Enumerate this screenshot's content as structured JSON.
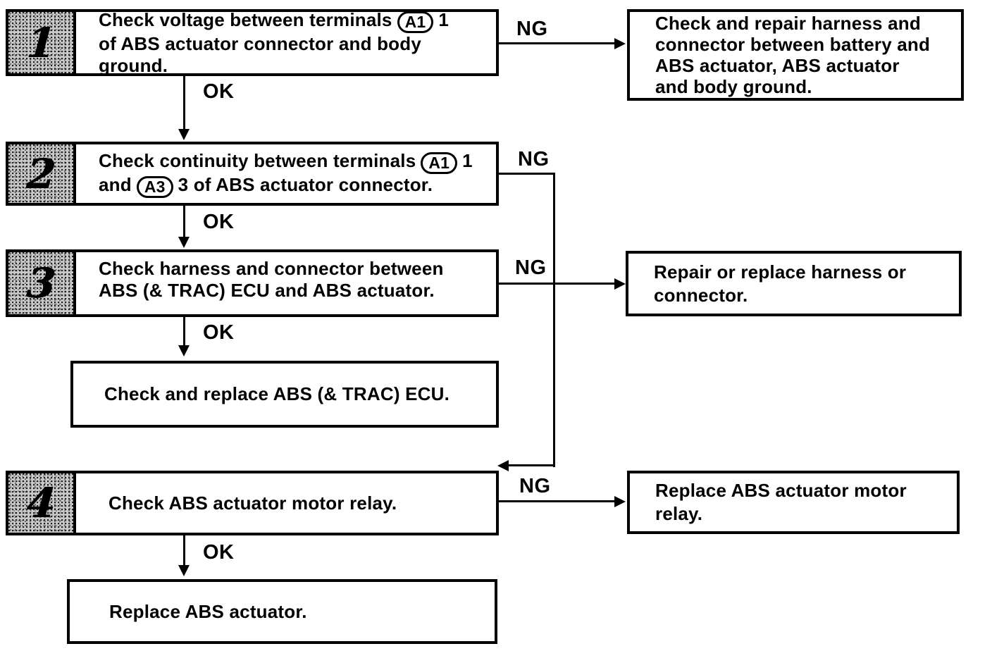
{
  "labels": {
    "ok": "OK",
    "ng": "NG"
  },
  "steps": [
    {
      "number": "1",
      "l1a": "Check voltage between terminals",
      "l1oval": "A1",
      "l1b": "1",
      "l2": "of ABS actuator connector and body",
      "l3": "ground."
    },
    {
      "number": "2",
      "l1a": "Check continuity between terminals",
      "l1oval": "A1",
      "l1b": "1",
      "l2a": "and",
      "l2oval": "A3",
      "l2b": "3 of ABS actuator connector."
    },
    {
      "number": "3",
      "l1": "Check harness and connector between",
      "l2": "ABS (& TRAC) ECU and ABS actuator."
    },
    {
      "number": "4",
      "l1": "Check ABS actuator motor relay."
    }
  ],
  "outcomes": {
    "battery_harness": {
      "l1": "Check and repair harness and",
      "l2": "connector between battery and",
      "l3": "ABS actuator, ABS actuator",
      "l4": "and body ground."
    },
    "repair_harness": {
      "l1": "Repair or replace harness or",
      "l2": "connector."
    },
    "replace_relay": {
      "l1": "Replace ABS actuator motor",
      "l2": "relay."
    },
    "replace_ecu": {
      "l1": "Check and replace ABS (& TRAC) ECU."
    },
    "replace_actuator": {
      "l1": "Replace ABS actuator."
    }
  },
  "colors": {
    "ink": "#000000",
    "paper": "#ffffff",
    "badge_fill": "#c9c9c9"
  }
}
